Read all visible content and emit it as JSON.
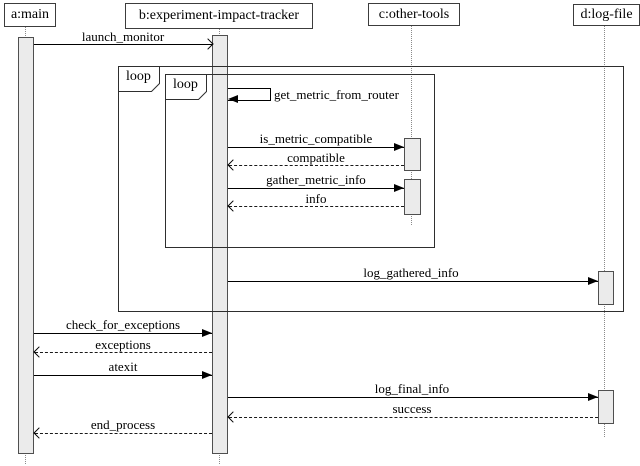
{
  "diagram": {
    "actors": [
      {
        "id": "a",
        "label": "a:main"
      },
      {
        "id": "b",
        "label": "b:experiment-impact-tracker"
      },
      {
        "id": "c",
        "label": "c:other-tools"
      },
      {
        "id": "d",
        "label": "d:log-file"
      }
    ],
    "fragments": [
      {
        "operator": "loop",
        "label": "loop"
      },
      {
        "operator": "loop",
        "label": "loop"
      }
    ],
    "messages": [
      {
        "label": "launch_monitor",
        "from": "a",
        "to": "b",
        "kind": "async-call"
      },
      {
        "label": "get_metric_from_router",
        "from": "b",
        "to": "b",
        "kind": "self-call"
      },
      {
        "label": "is_metric_compatible",
        "from": "b",
        "to": "c",
        "kind": "call"
      },
      {
        "label": "compatible",
        "from": "c",
        "to": "b",
        "kind": "return"
      },
      {
        "label": "gather_metric_info",
        "from": "b",
        "to": "c",
        "kind": "call"
      },
      {
        "label": "info",
        "from": "c",
        "to": "b",
        "kind": "return"
      },
      {
        "label": "log_gathered_info",
        "from": "b",
        "to": "d",
        "kind": "call"
      },
      {
        "label": "check_for_exceptions",
        "from": "a",
        "to": "b",
        "kind": "call"
      },
      {
        "label": "exceptions",
        "from": "b",
        "to": "a",
        "kind": "return"
      },
      {
        "label": "atexit",
        "from": "a",
        "to": "b",
        "kind": "call"
      },
      {
        "label": "log_final_info",
        "from": "b",
        "to": "d",
        "kind": "call"
      },
      {
        "label": "success",
        "from": "d",
        "to": "b",
        "kind": "return"
      },
      {
        "label": "end_process",
        "from": "b",
        "to": "a",
        "kind": "return"
      }
    ],
    "colors": {
      "background": "#ffffff",
      "activation_fill": "#ebebeb",
      "activation_border": "#4f4f4f",
      "actor_border": "#3c3c3c",
      "frame_border": "#2e2e2e",
      "message_line": "#000000",
      "lifeline_dotted": "#8a8a8a"
    }
  }
}
